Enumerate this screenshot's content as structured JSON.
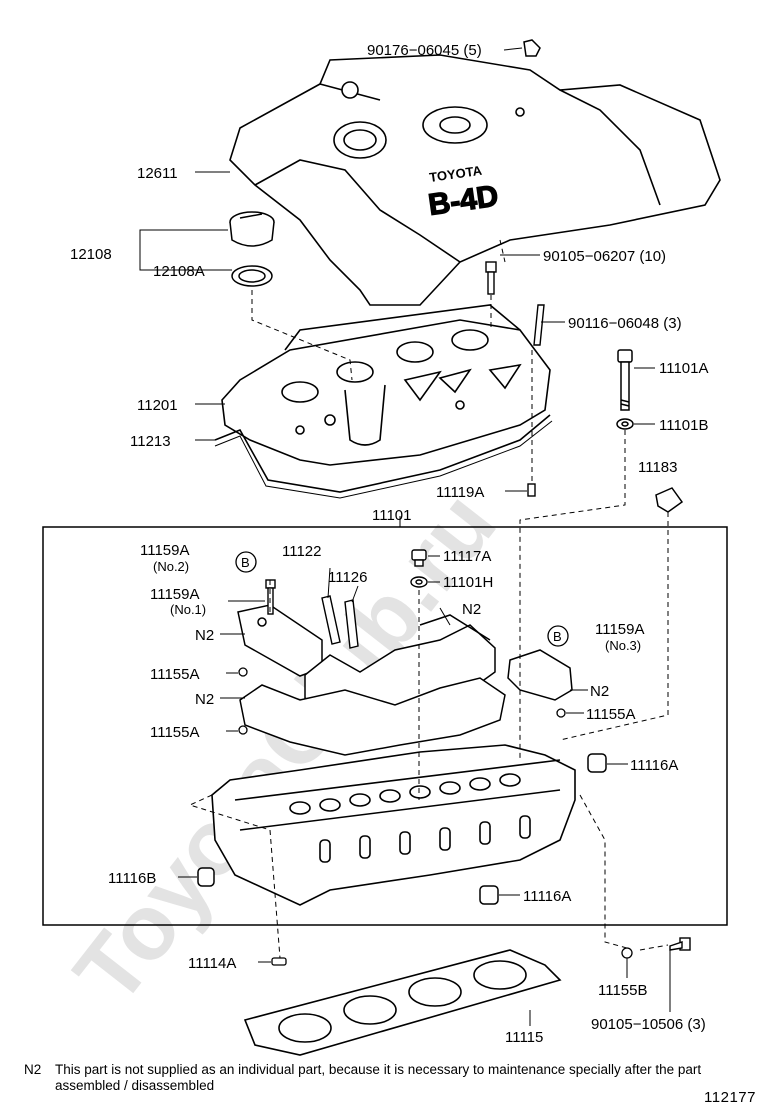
{
  "watermark": "ToyotaClub.ru",
  "cover": {
    "brand": "TOYOTA",
    "model": "B-4D"
  },
  "labels": {
    "p90176": "90176−06045 (5)",
    "p12611": "12611",
    "p12108": "12108",
    "p12108A": "12108A",
    "p90105_06207": "90105−06207 (10)",
    "p90116": "90116−06048 (3)",
    "p11101A": "11101A",
    "p11101B": "11101B",
    "p11201": "11201",
    "p11213": "11213",
    "p11183": "11183",
    "p11119A": "11119A",
    "p11101": "11101",
    "p11159A_no2": "11159A",
    "no2": "(No.2)",
    "p11122": "11122",
    "p11117A": "11117A",
    "p11126": "11126",
    "p11101H": "11101H",
    "p11159A_no1": "11159A",
    "no1": "(No.1)",
    "n2_a": "N2",
    "n2_b": "N2",
    "n2_c": "N2",
    "n2_d": "N2",
    "p11159A_no3": "11159A",
    "no3": "(No.3)",
    "p11155A_1": "11155A",
    "p11155A_2": "11155A",
    "p11155A_3": "11155A",
    "p11116A_1": "11116A",
    "p11116B": "11116B",
    "p11116A_2": "11116A",
    "p11114A": "11114A",
    "p11155B": "11155B",
    "p11115": "11115",
    "p90105_10506": "90105−10506 (3)",
    "b1": "B",
    "b2": "B"
  },
  "note": {
    "tag": "N2",
    "text": "This part is not supplied as an individual part, because it is necessary to maintenance specially after the part assembled / disassembled"
  },
  "figure_code": "112177"
}
